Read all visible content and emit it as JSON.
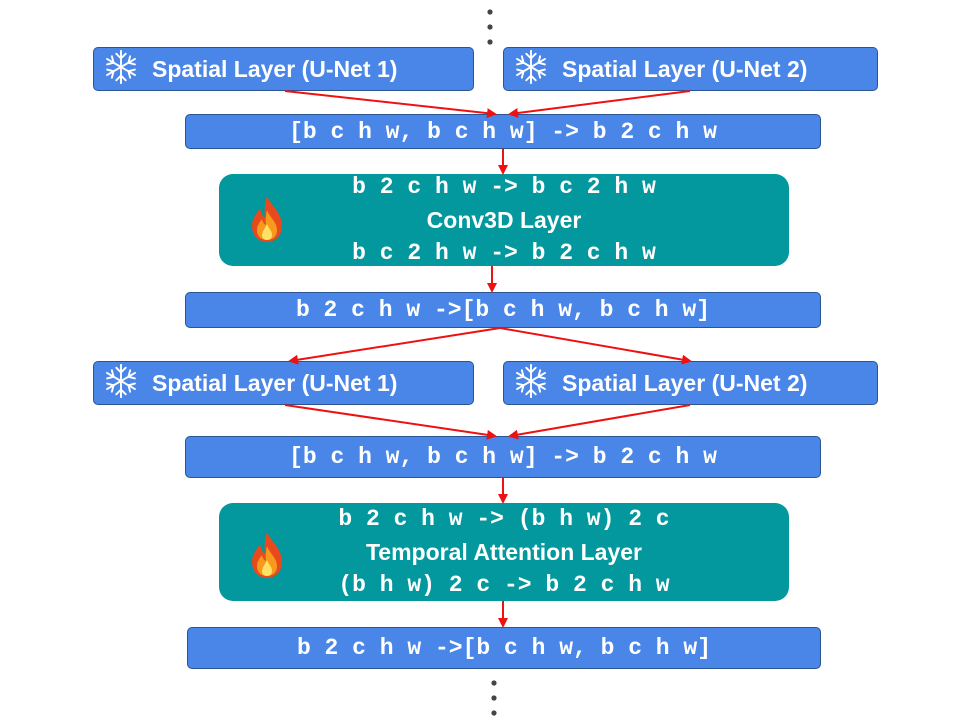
{
  "block1": {
    "spatial_left": "Spatial Layer (U-Net 1)",
    "spatial_right": "Spatial Layer (U-Net 2)",
    "merge": "[b c h w, b c h w] -> b 2 c h w",
    "layer_in": "b 2 c h w -> b c 2 h w",
    "layer_name": "Conv3D Layer",
    "layer_out": "b c 2 h w -> b 2 c h w",
    "split": "b 2 c h w ->[b c h w, b c h w]"
  },
  "block2": {
    "spatial_left": "Spatial Layer (U-Net 1)",
    "spatial_right": "Spatial Layer (U-Net 2)",
    "merge": "[b c h w, b c h w] -> b 2 c h w",
    "layer_in": "b 2 c h w -> (b h w) 2 c",
    "layer_name": "Temporal Attention Layer",
    "layer_out": "(b h w) 2 c -> b 2 c h w",
    "split": "b 2 c h w ->[b c h w, b c h w]"
  },
  "icons": {
    "frozen": "snowflake-icon",
    "trainable": "fire-icon",
    "continuation": "vertical-ellipsis-icon"
  },
  "colors": {
    "spatial_box": "#4a86e8",
    "trainable_box": "#03989e",
    "arrow": "#ee1111",
    "text": "#ffffff"
  }
}
